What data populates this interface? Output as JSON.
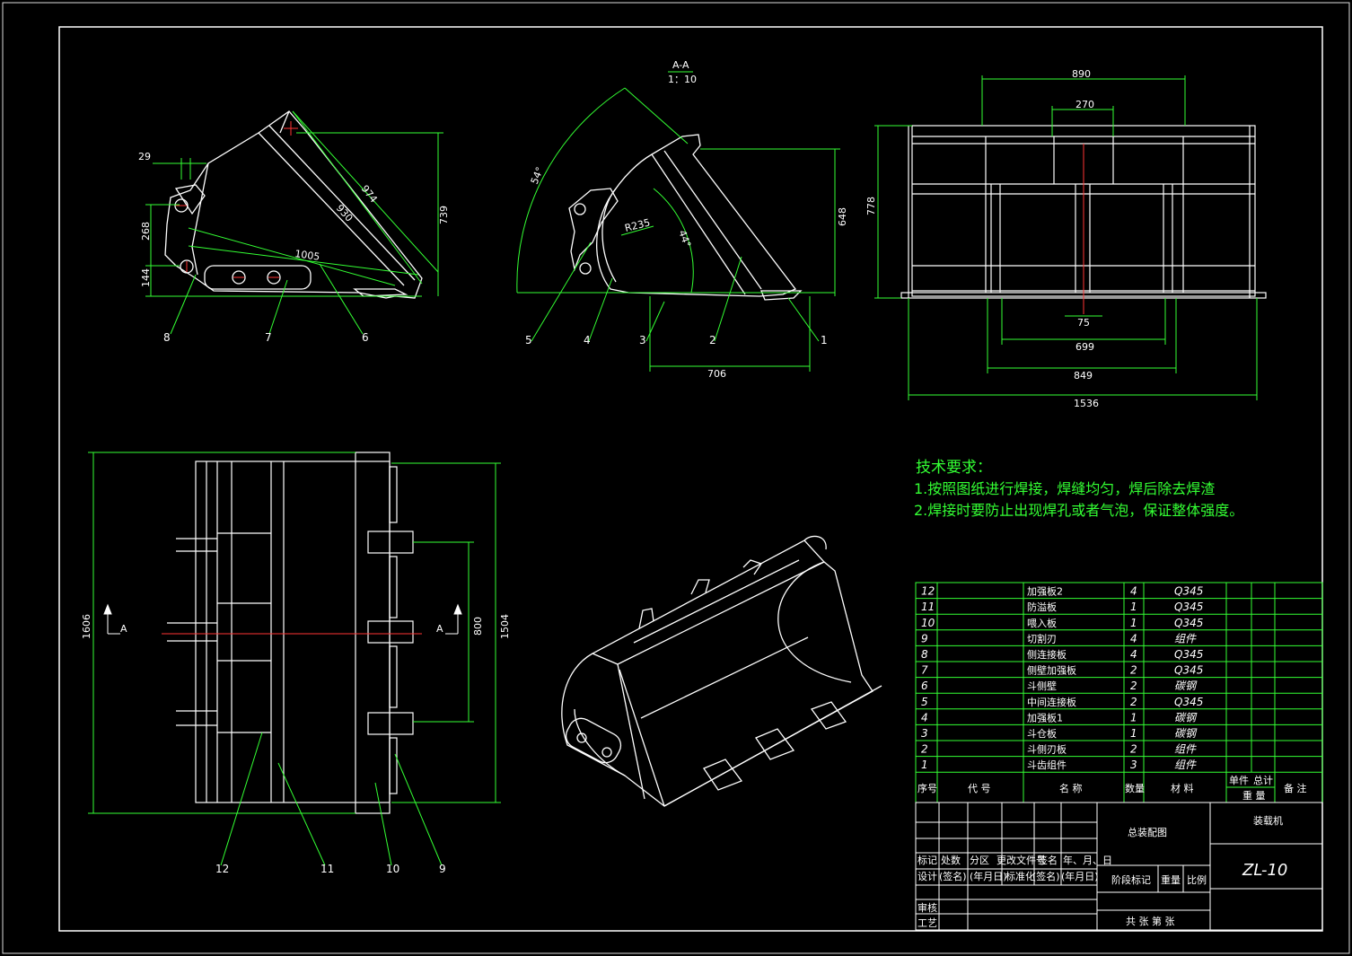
{
  "section_label": {
    "name": "A-A",
    "scale": "1：10"
  },
  "dimensions": {
    "side_29": "29",
    "side_268": "268",
    "side_144": "144",
    "side_974": "974",
    "side_930": "930",
    "side_1005": "1005",
    "side_739": "739",
    "sec_angle54": "54°",
    "sec_angle44": "44°",
    "sec_r235": "R235",
    "sec_648": "648",
    "sec_706": "706",
    "rear_890": "890",
    "rear_270": "270",
    "rear_778": "778",
    "rear_75": "75",
    "rear_699": "699",
    "rear_849": "849",
    "rear_1536": "1536",
    "top_1606": "1606",
    "top_1504": "1504",
    "top_800": "800",
    "top_cut_a_left": "A",
    "top_cut_a_right": "A"
  },
  "callouts": {
    "c1": "1",
    "c2": "2",
    "c3": "3",
    "c4": "4",
    "c5": "5",
    "c6": "6",
    "c7": "7",
    "c8": "8",
    "c9": "9",
    "c10": "10",
    "c11": "11",
    "c12": "12"
  },
  "requirements": {
    "title": "技术要求：",
    "line1": "1.按照图纸进行焊接，焊缝均匀，焊后除去焊渣",
    "line2": "2.焊接时要防止出现焊孔或者气泡，保证整体强度。"
  },
  "parts": [
    {
      "no": "12",
      "name": "加强板2",
      "qty": "4",
      "mat": "Q345"
    },
    {
      "no": "11",
      "name": "防溢板",
      "qty": "1",
      "mat": "Q345"
    },
    {
      "no": "10",
      "name": "喂入板",
      "qty": "1",
      "mat": "Q345"
    },
    {
      "no": "9",
      "name": "切割刃",
      "qty": "4",
      "mat": "组件"
    },
    {
      "no": "8",
      "name": "侧连接板",
      "qty": "4",
      "mat": "Q345"
    },
    {
      "no": "7",
      "name": "侧壁加强板",
      "qty": "2",
      "mat": "Q345"
    },
    {
      "no": "6",
      "name": "斗侧壁",
      "qty": "2",
      "mat": "碳钢"
    },
    {
      "no": "5",
      "name": "中间连接板",
      "qty": "2",
      "mat": "Q345"
    },
    {
      "no": "4",
      "name": "加强板1",
      "qty": "1",
      "mat": "碳钢"
    },
    {
      "no": "3",
      "name": "斗仓板",
      "qty": "1",
      "mat": "碳钢"
    },
    {
      "no": "2",
      "name": "斗侧刃板",
      "qty": "2",
      "mat": "组件"
    },
    {
      "no": "1",
      "name": "斗齿组件",
      "qty": "3",
      "mat": "组件"
    }
  ],
  "parts_header": {
    "no": "序号",
    "code": "代 号",
    "name": "名 称",
    "qty": "数量",
    "mat": "材 料",
    "unit": "单件",
    "total": "总计",
    "weight": "重 量",
    "remark": "备 注"
  },
  "title_block": {
    "drawing_name": "总装配图",
    "product": "装载机",
    "drawing_no": "ZL-10",
    "mark": "标记",
    "count": "处数",
    "zone": "分区",
    "change_doc": "更改文件号",
    "sign": "签名",
    "date": "年、月、日",
    "design": "设计",
    "sign_paren": "(签名)",
    "date_paren": "(年月日)",
    "standard": "标准化",
    "sign_paren2": "(签名)",
    "date_paren2": "(年月日)",
    "stage": "阶段标记",
    "weight": "重量",
    "ratio": "比例",
    "review": "审核",
    "process": "工艺",
    "sheets": "共  张  第  张"
  },
  "colors": {
    "line": "#ffffff",
    "dim": "#33ff33",
    "center": "#ff3333",
    "frame": "#ffffff"
  }
}
